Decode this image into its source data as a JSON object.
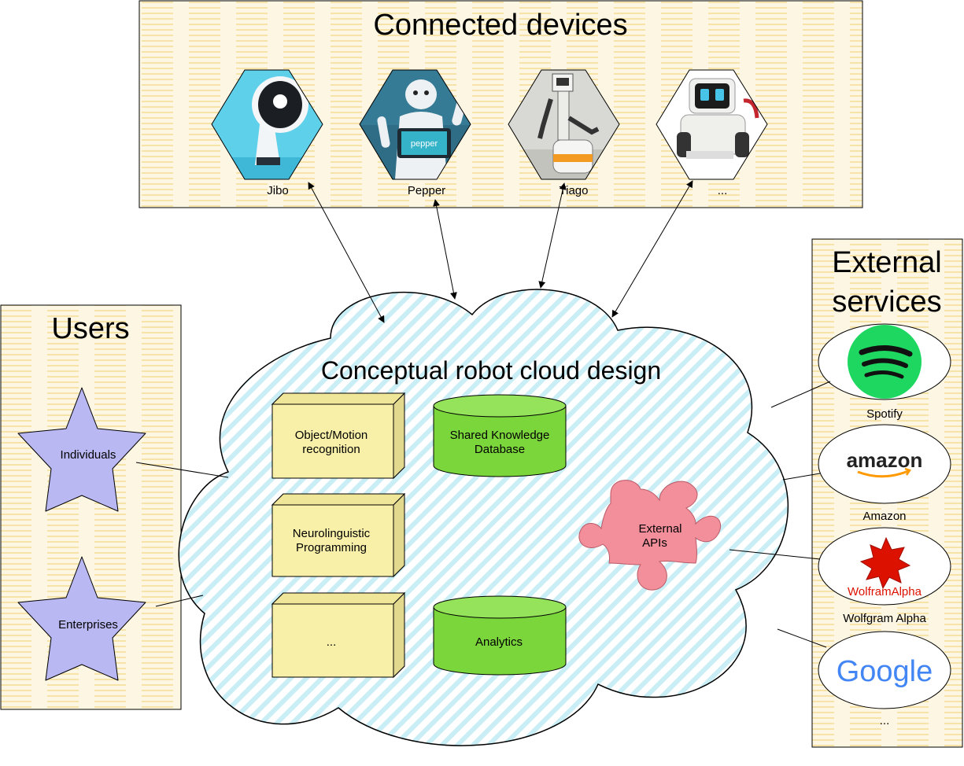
{
  "connected_devices": {
    "title": "Connected devices",
    "devices": [
      {
        "label": "Jibo",
        "icon": "jibo-robot-icon"
      },
      {
        "label": "Pepper",
        "icon": "pepper-robot-icon"
      },
      {
        "label": "Tiago",
        "icon": "tiago-robot-icon"
      },
      {
        "label": "...",
        "icon": "cozmo-robot-icon"
      }
    ]
  },
  "users": {
    "title": "Users",
    "items": [
      "Individuals",
      "Enterprises"
    ]
  },
  "cloud": {
    "title": "Conceptual robot cloud design",
    "boxes": [
      "Object/Motion recognition",
      "Neurolinguistic Programming",
      "..."
    ],
    "databases": [
      "Shared Knowledge Database",
      "Analytics"
    ],
    "puzzle": "External APIs"
  },
  "external_services": {
    "title_line1": "External",
    "title_line2": "services",
    "services": [
      {
        "label": "Spotify",
        "icon": "spotify-logo-icon",
        "color": "#1ed760"
      },
      {
        "label": "Amazon",
        "icon": "amazon-logo-icon",
        "color": "#ff9900"
      },
      {
        "label": "Wolfgram Alpha",
        "icon": "wolfram-alpha-logo-icon",
        "color": "#dd1100"
      },
      {
        "label": "...",
        "icon": "google-logo-icon",
        "color": "#4285f4"
      }
    ],
    "logo_texts": {
      "amazon": "amazon",
      "wolfram": "WolframAlpha",
      "google": "Google"
    }
  },
  "colors": {
    "panel_fill": "#fdf6e2",
    "cloud_fill": "#e3f6fa",
    "box_fill": "#f8f0a8",
    "db_fill": "#7bd63c",
    "star_fill": "#b9b8f3",
    "puzzle_fill": "#f28f9b"
  }
}
